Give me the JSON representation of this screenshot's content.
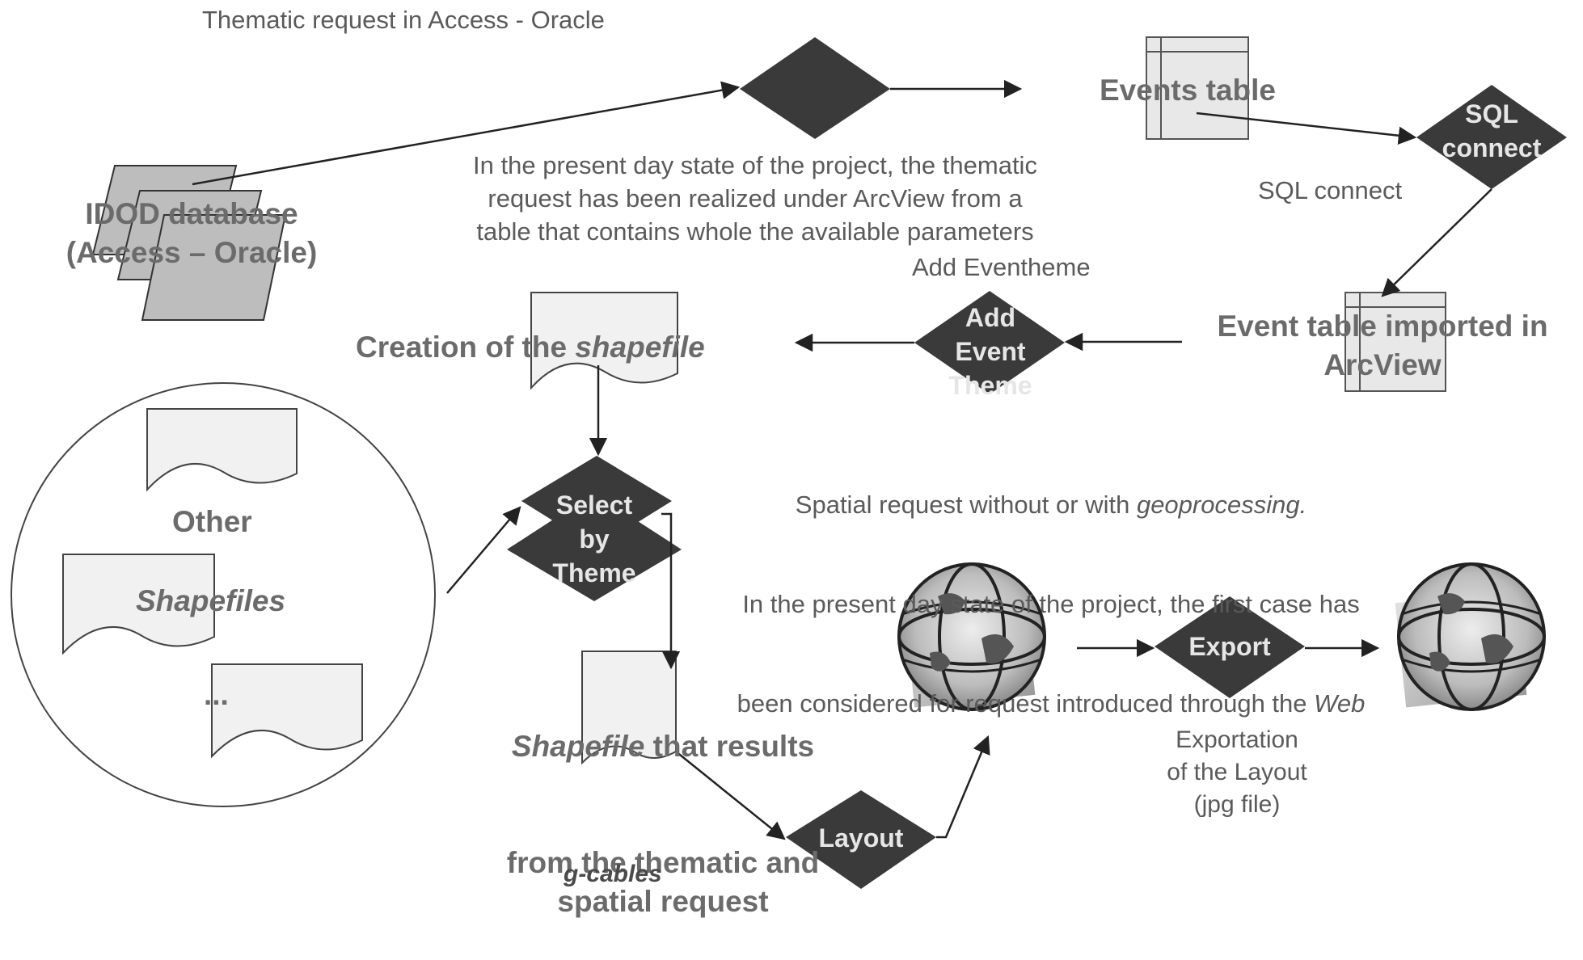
{
  "diagram": {
    "title": "Thematic request in Access - Oracle",
    "idod_database": "IDOD database\n(Access – Oracle)",
    "thematic_note": "In the present day state of the project, the thematic\nrequest has been realized under ArcView from a\ntable that contains whole the available parameters",
    "events_table": "Events table",
    "sql_connect_diamond": "SQL\nconnect",
    "sql_connect_caption": "SQL connect",
    "add_eventheme_caption": "Add Eventheme",
    "event_table_imported": "Event table imported in\nArcView",
    "add_event_theme_diamond": "Add\nEvent\nTheme",
    "creation_prefix": "Creation of the ",
    "creation_italic": "shapefile",
    "spatial_note_line1_prefix": "Spatial request without or with ",
    "spatial_note_line1_italic": "geoprocessing.",
    "spatial_note_line2": "In the present day state of the project, the first case has",
    "spatial_note_line3_prefix": "been considered for request introduced through the ",
    "spatial_note_line3_italic": "Web",
    "other": "Other",
    "shapefiles": "Shapefiles",
    "ellipsis": "...",
    "select_by_theme": "Select\nby\nTheme",
    "result_italic": "Shapefile",
    "result_rest": " that results",
    "result_lines": "from the thematic and\nspatial request",
    "layout": "Layout",
    "export": "Export",
    "exportation_caption": "Exportation\nof the Layout\n(jpg file)",
    "g_cables": "g-cables"
  },
  "colors": {
    "diamond_fill": "#3a3a3a",
    "document_fill": "#f1f1f1",
    "table_fill": "#e8e8e8",
    "parallelogram_fill": "#bdbdbd",
    "text": "#5a5a5a",
    "bold_text": "#6b6b6b",
    "diamond_text": "#e6e6e6"
  }
}
